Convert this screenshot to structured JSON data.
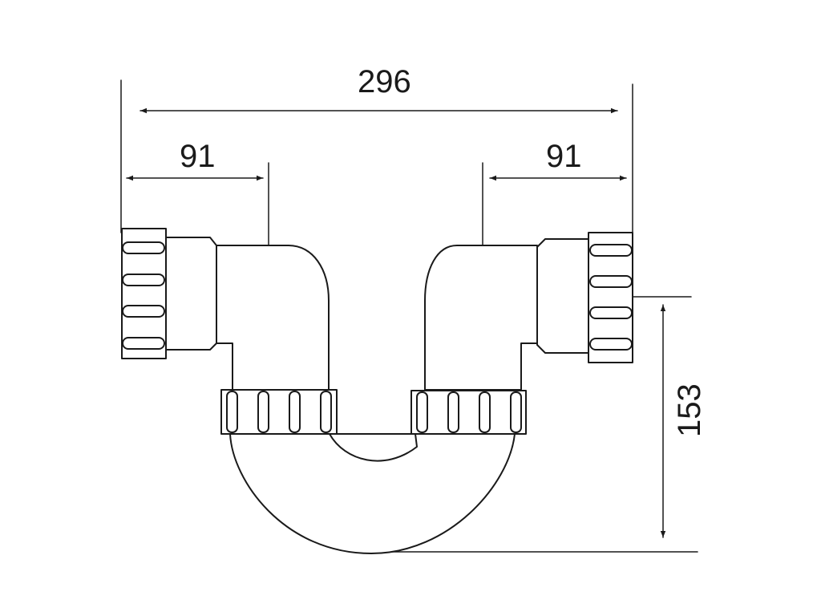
{
  "dimensions": {
    "overall_width": "296",
    "left_offset": "91",
    "right_offset": "91",
    "height": "153"
  },
  "colors": {
    "line": "#1a1a1a",
    "fill": "#ffffff"
  }
}
